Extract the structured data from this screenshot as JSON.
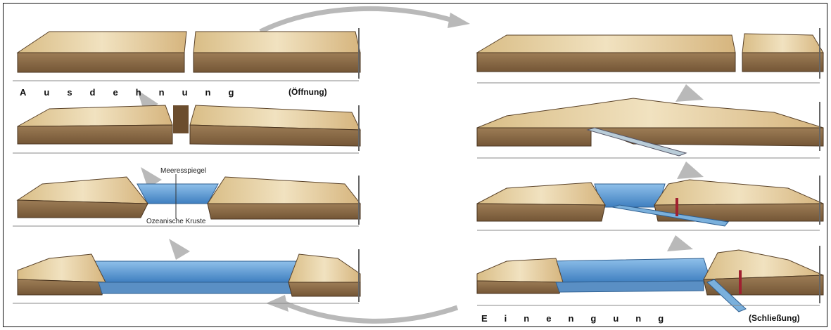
{
  "labels": {
    "expansion_word": "Ausdehnung",
    "expansion_note": "(Öffnung)",
    "closing_word": "Einengung",
    "closing_note": "(Schließung)",
    "sea_level": "Meeresspiegel",
    "oceanic_crust": "Ozeanische Kruste"
  },
  "colors": {
    "crust_side": "#8a6a45",
    "crust_top": "#e4cfa2",
    "ocean": "#5f9fd6",
    "ocean_light": "#a9cdee",
    "arrow_gray": "#b9b9b9",
    "dike_red": "#a02030"
  },
  "icons": [
    "cycle-arrow-icon"
  ]
}
